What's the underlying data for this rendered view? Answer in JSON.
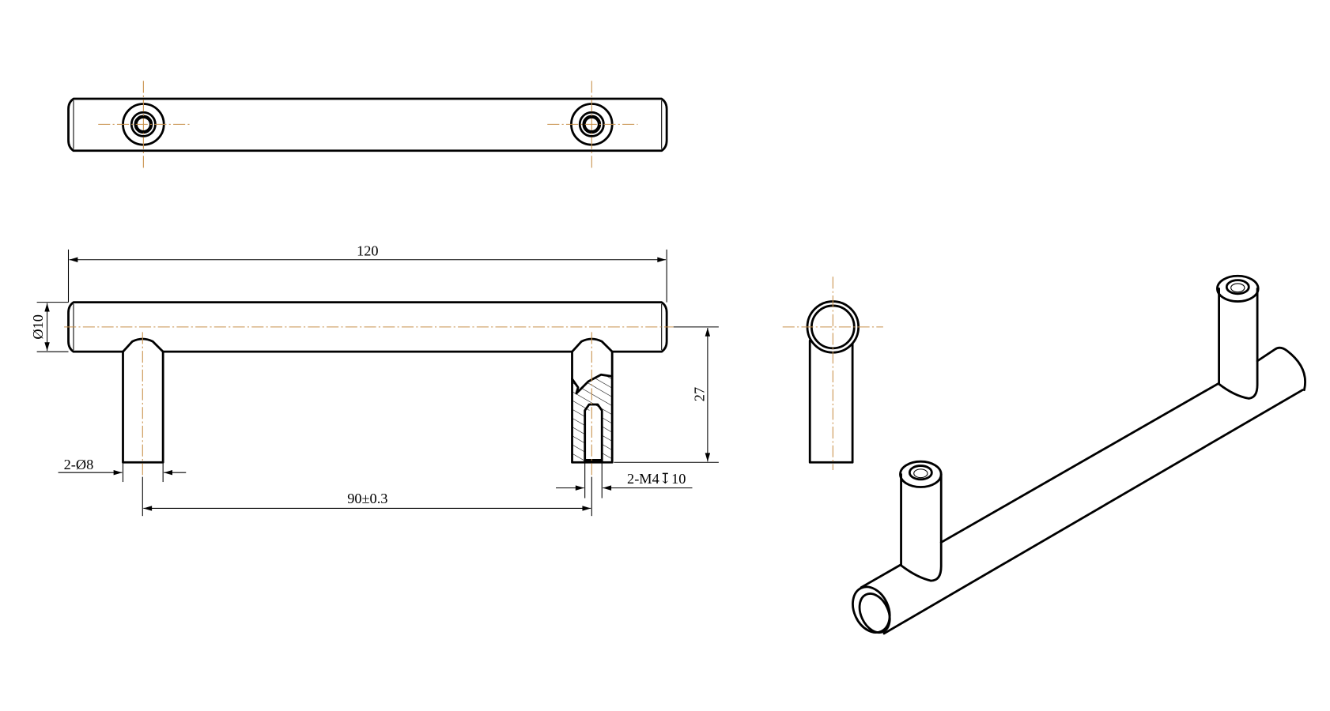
{
  "drawing": {
    "dimensions": {
      "overall_length": "120",
      "bar_diameter": "Ø10",
      "height": "27",
      "leg_diameter": "2-Ø8",
      "hole_spacing": "90±0.3",
      "thread": "2-M4↧10"
    },
    "views": [
      "top-view",
      "front-view",
      "side-view",
      "isometric-view"
    ],
    "colors": {
      "line": "#000000",
      "centerline": "#c8904a"
    }
  }
}
